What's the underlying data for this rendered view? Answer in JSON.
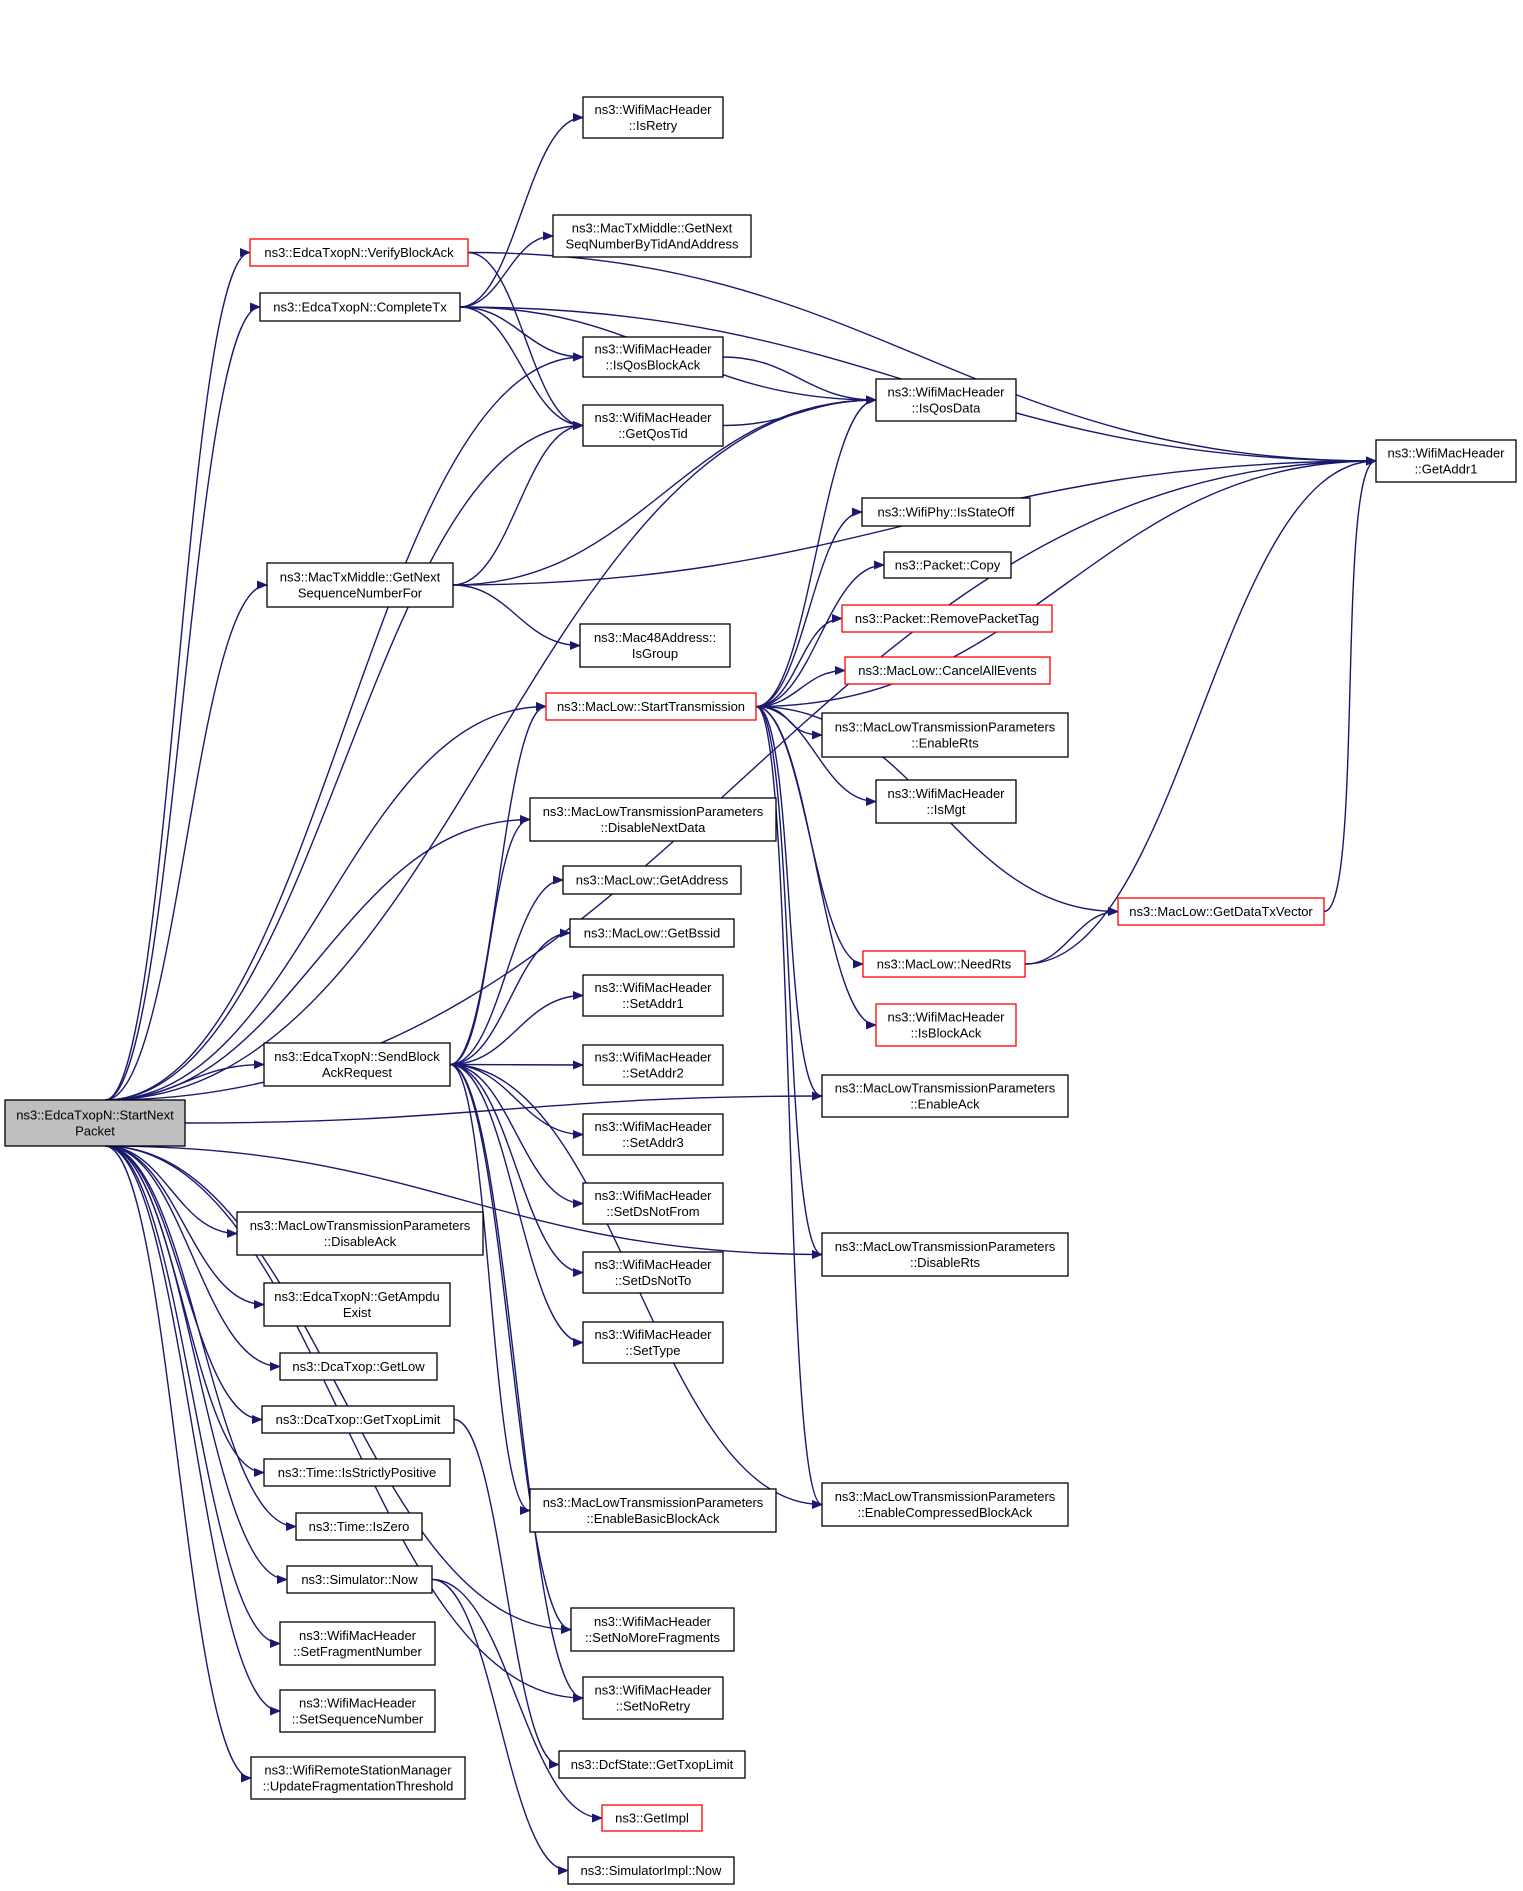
{
  "colors": {
    "edge": "#191970",
    "node_border": "#000000",
    "truncated_border": "#ff0000",
    "root_fill": "#bfbfbf",
    "background": "#ffffff"
  },
  "nodes": [
    {
      "id": "root",
      "lines": [
        "ns3::EdcaTxopN::StartNext",
        "Packet"
      ],
      "kind": "root"
    },
    {
      "id": "verify",
      "lines": [
        "ns3::EdcaTxopN::VerifyBlockAck"
      ],
      "kind": "truncated"
    },
    {
      "id": "complete",
      "lines": [
        "ns3::EdcaTxopN::CompleteTx"
      ],
      "kind": "normal"
    },
    {
      "id": "isretry",
      "lines": [
        "ns3::WifiMacHeader",
        "::IsRetry"
      ],
      "kind": "normal"
    },
    {
      "id": "getnextseq",
      "lines": [
        "ns3::MacTxMiddle::GetNext",
        "SeqNumberByTidAndAddress"
      ],
      "kind": "normal"
    },
    {
      "id": "isqosblockack",
      "lines": [
        "ns3::WifiMacHeader",
        "::IsQosBlockAck"
      ],
      "kind": "normal"
    },
    {
      "id": "getqostid",
      "lines": [
        "ns3::WifiMacHeader",
        "::GetQosTid"
      ],
      "kind": "normal"
    },
    {
      "id": "isqosdata",
      "lines": [
        "ns3::WifiMacHeader",
        "::IsQosData"
      ],
      "kind": "normal"
    },
    {
      "id": "getaddr1",
      "lines": [
        "ns3::WifiMacHeader",
        "::GetAddr1"
      ],
      "kind": "normal"
    },
    {
      "id": "getnextseqfor",
      "lines": [
        "ns3::MacTxMiddle::GetNext",
        "SequenceNumberFor"
      ],
      "kind": "normal"
    },
    {
      "id": "isstateoff",
      "lines": [
        "ns3::WifiPhy::IsStateOff"
      ],
      "kind": "normal"
    },
    {
      "id": "copy",
      "lines": [
        "ns3::Packet::Copy"
      ],
      "kind": "normal"
    },
    {
      "id": "removetag",
      "lines": [
        "ns3::Packet::RemovePacketTag"
      ],
      "kind": "truncated"
    },
    {
      "id": "isgroup",
      "lines": [
        "ns3::Mac48Address::",
        "IsGroup"
      ],
      "kind": "normal"
    },
    {
      "id": "cancelall",
      "lines": [
        "ns3::MacLow::CancelAllEvents"
      ],
      "kind": "truncated"
    },
    {
      "id": "starttx",
      "lines": [
        "ns3::MacLow::StartTransmission"
      ],
      "kind": "truncated"
    },
    {
      "id": "enablerts",
      "lines": [
        "ns3::MacLowTransmissionParameters",
        "::EnableRts"
      ],
      "kind": "normal"
    },
    {
      "id": "ismgt",
      "lines": [
        "ns3::WifiMacHeader",
        "::IsMgt"
      ],
      "kind": "normal"
    },
    {
      "id": "disablenextdata",
      "lines": [
        "ns3::MacLowTransmissionParameters",
        "::DisableNextData"
      ],
      "kind": "normal"
    },
    {
      "id": "getaddress",
      "lines": [
        "ns3::MacLow::GetAddress"
      ],
      "kind": "normal"
    },
    {
      "id": "getdatatxvector",
      "lines": [
        "ns3::MacLow::GetDataTxVector"
      ],
      "kind": "truncated"
    },
    {
      "id": "getbssid",
      "lines": [
        "ns3::MacLow::GetBssid"
      ],
      "kind": "normal"
    },
    {
      "id": "needrts",
      "lines": [
        "ns3::MacLow::NeedRts"
      ],
      "kind": "truncated"
    },
    {
      "id": "setaddr1",
      "lines": [
        "ns3::WifiMacHeader",
        "::SetAddr1"
      ],
      "kind": "normal"
    },
    {
      "id": "isblockack",
      "lines": [
        "ns3::WifiMacHeader",
        "::IsBlockAck"
      ],
      "kind": "truncated"
    },
    {
      "id": "sendblockack",
      "lines": [
        "ns3::EdcaTxopN::SendBlock",
        "AckRequest"
      ],
      "kind": "normal"
    },
    {
      "id": "setaddr2",
      "lines": [
        "ns3::WifiMacHeader",
        "::SetAddr2"
      ],
      "kind": "normal"
    },
    {
      "id": "enableack",
      "lines": [
        "ns3::MacLowTransmissionParameters",
        "::EnableAck"
      ],
      "kind": "normal"
    },
    {
      "id": "setaddr3",
      "lines": [
        "ns3::WifiMacHeader",
        "::SetAddr3"
      ],
      "kind": "normal"
    },
    {
      "id": "setdsnotfrom",
      "lines": [
        "ns3::WifiMacHeader",
        "::SetDsNotFrom"
      ],
      "kind": "normal"
    },
    {
      "id": "disableack",
      "lines": [
        "ns3::MacLowTransmissionParameters",
        "::DisableAck"
      ],
      "kind": "normal"
    },
    {
      "id": "disablerts",
      "lines": [
        "ns3::MacLowTransmissionParameters",
        "::DisableRts"
      ],
      "kind": "normal"
    },
    {
      "id": "setdsnotto",
      "lines": [
        "ns3::WifiMacHeader",
        "::SetDsNotTo"
      ],
      "kind": "normal"
    },
    {
      "id": "getampdu",
      "lines": [
        "ns3::EdcaTxopN::GetAmpdu",
        "Exist"
      ],
      "kind": "normal"
    },
    {
      "id": "settype",
      "lines": [
        "ns3::WifiMacHeader",
        "::SetType"
      ],
      "kind": "normal"
    },
    {
      "id": "getlow",
      "lines": [
        "ns3::DcaTxop::GetLow"
      ],
      "kind": "normal"
    },
    {
      "id": "gettxoplimit",
      "lines": [
        "ns3::DcaTxop::GetTxopLimit"
      ],
      "kind": "normal"
    },
    {
      "id": "isstrictlypositive",
      "lines": [
        "ns3::Time::IsStrictlyPositive"
      ],
      "kind": "normal"
    },
    {
      "id": "enablebasicba",
      "lines": [
        "ns3::MacLowTransmissionParameters",
        "::EnableBasicBlockAck"
      ],
      "kind": "normal"
    },
    {
      "id": "enablecompressedba",
      "lines": [
        "ns3::MacLowTransmissionParameters",
        "::EnableCompressedBlockAck"
      ],
      "kind": "normal"
    },
    {
      "id": "iszero",
      "lines": [
        "ns3::Time::IsZero"
      ],
      "kind": "normal"
    },
    {
      "id": "simnow",
      "lines": [
        "ns3::Simulator::Now"
      ],
      "kind": "normal"
    },
    {
      "id": "setnomorefrag",
      "lines": [
        "ns3::WifiMacHeader",
        "::SetNoMoreFragments"
      ],
      "kind": "normal"
    },
    {
      "id": "setfragnum",
      "lines": [
        "ns3::WifiMacHeader",
        "::SetFragmentNumber"
      ],
      "kind": "normal"
    },
    {
      "id": "setseqnum",
      "lines": [
        "ns3::WifiMacHeader",
        "::SetSequenceNumber"
      ],
      "kind": "normal"
    },
    {
      "id": "setnoretry",
      "lines": [
        "ns3::WifiMacHeader",
        "::SetNoRetry"
      ],
      "kind": "normal"
    },
    {
      "id": "dcfgettxoplimit",
      "lines": [
        "ns3::DcfState::GetTxopLimit"
      ],
      "kind": "normal"
    },
    {
      "id": "updatefrag",
      "lines": [
        "ns3::WifiRemoteStationManager",
        "::UpdateFragmentationThreshold"
      ],
      "kind": "normal"
    },
    {
      "id": "getimpl",
      "lines": [
        "ns3::GetImpl"
      ],
      "kind": "truncated"
    },
    {
      "id": "simimplnow",
      "lines": [
        "ns3::SimulatorImpl::Now"
      ],
      "kind": "normal"
    }
  ],
  "edges": [
    [
      "root",
      "getaddr1"
    ],
    [
      "root",
      "verify"
    ],
    [
      "root",
      "complete"
    ],
    [
      "root",
      "isqosblockack"
    ],
    [
      "root",
      "getqostid"
    ],
    [
      "root",
      "isqosdata"
    ],
    [
      "root",
      "getnextseqfor"
    ],
    [
      "root",
      "starttx"
    ],
    [
      "root",
      "disablenextdata"
    ],
    [
      "root",
      "sendblockack"
    ],
    [
      "root",
      "disableack"
    ],
    [
      "root",
      "getampdu"
    ],
    [
      "root",
      "getlow"
    ],
    [
      "root",
      "gettxoplimit"
    ],
    [
      "root",
      "isstrictlypositive"
    ],
    [
      "root",
      "iszero"
    ],
    [
      "root",
      "simnow"
    ],
    [
      "root",
      "setfragnum"
    ],
    [
      "root",
      "setseqnum"
    ],
    [
      "root",
      "updatefrag"
    ],
    [
      "root",
      "enableack"
    ],
    [
      "root",
      "disablerts"
    ],
    [
      "root",
      "setnomorefrag"
    ],
    [
      "root",
      "setnoretry"
    ],
    [
      "verify",
      "getaddr1"
    ],
    [
      "verify",
      "getqostid"
    ],
    [
      "complete",
      "isretry"
    ],
    [
      "complete",
      "getnextseq"
    ],
    [
      "complete",
      "getaddr1"
    ],
    [
      "complete",
      "isqosdata"
    ],
    [
      "complete",
      "isqosblockack"
    ],
    [
      "complete",
      "getqostid"
    ],
    [
      "isqosblockack",
      "isqosdata"
    ],
    [
      "getqostid",
      "isqosdata"
    ],
    [
      "getnextseqfor",
      "getqostid"
    ],
    [
      "getnextseqfor",
      "isqosdata"
    ],
    [
      "getnextseqfor",
      "getaddr1"
    ],
    [
      "getnextseqfor",
      "isgroup"
    ],
    [
      "starttx",
      "isqosdata"
    ],
    [
      "starttx",
      "isstateoff"
    ],
    [
      "starttx",
      "copy"
    ],
    [
      "starttx",
      "removetag"
    ],
    [
      "starttx",
      "cancelall"
    ],
    [
      "starttx",
      "enablerts"
    ],
    [
      "starttx",
      "ismgt"
    ],
    [
      "starttx",
      "getdatatxvector"
    ],
    [
      "starttx",
      "needrts"
    ],
    [
      "starttx",
      "isblockack"
    ],
    [
      "starttx",
      "enableack"
    ],
    [
      "starttx",
      "disablerts"
    ],
    [
      "starttx",
      "enablecompressedba"
    ],
    [
      "starttx",
      "getaddr1"
    ],
    [
      "getdatatxvector",
      "getaddr1"
    ],
    [
      "needrts",
      "getdatatxvector"
    ],
    [
      "needrts",
      "getaddr1"
    ],
    [
      "sendblockack",
      "starttx"
    ],
    [
      "sendblockack",
      "disablenextdata"
    ],
    [
      "sendblockack",
      "getaddress"
    ],
    [
      "sendblockack",
      "getbssid"
    ],
    [
      "sendblockack",
      "setaddr1"
    ],
    [
      "sendblockack",
      "setaddr2"
    ],
    [
      "sendblockack",
      "setaddr3"
    ],
    [
      "sendblockack",
      "setdsnotfrom"
    ],
    [
      "sendblockack",
      "setdsnotto"
    ],
    [
      "sendblockack",
      "settype"
    ],
    [
      "sendblockack",
      "enablebasicba"
    ],
    [
      "sendblockack",
      "enablecompressedba"
    ],
    [
      "sendblockack",
      "setnomorefrag"
    ],
    [
      "sendblockack",
      "setnoretry"
    ],
    [
      "gettxoplimit",
      "dcfgettxoplimit"
    ],
    [
      "simnow",
      "getimpl"
    ],
    [
      "simnow",
      "simimplnow"
    ]
  ]
}
